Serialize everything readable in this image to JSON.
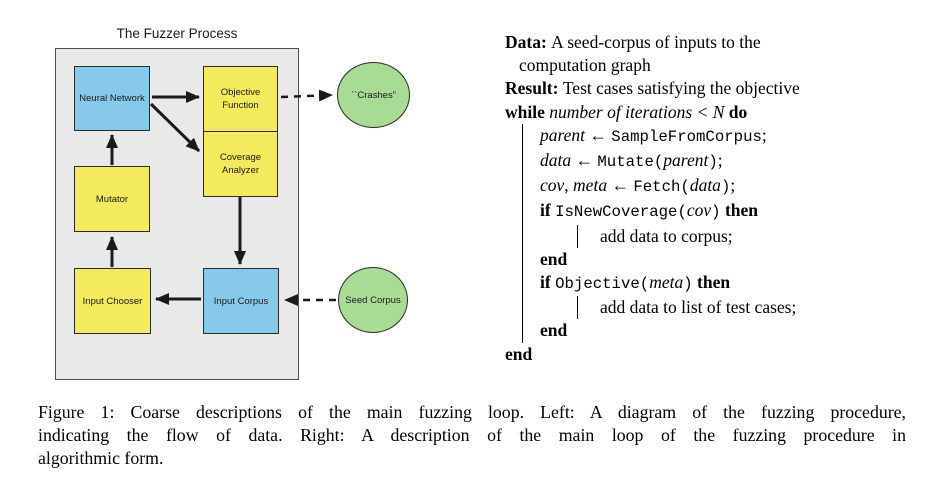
{
  "diagram": {
    "title": "The Fuzzer Process",
    "nodes": {
      "neural_network": {
        "label": "Neural Network"
      },
      "objective_function": {
        "line1": "Objective",
        "line2": "Function"
      },
      "coverage_analyzer": {
        "line1": "Coverage",
        "line2": "Analyzer"
      },
      "mutator": {
        "label": "Mutator"
      },
      "input_chooser": {
        "label": "Input Chooser"
      },
      "input_corpus": {
        "label": "Input Corpus"
      },
      "crashes": {
        "label": "``Crashes”"
      },
      "seed_corpus": {
        "label": "Seed Corpus"
      }
    },
    "colors": {
      "node_blue": "#87c9ea",
      "node_yellow": "#f3ea5e",
      "node_green": "#a8db93",
      "panel_gray": "#e9e9e9"
    }
  },
  "algorithm": {
    "lines": [
      [
        {
          "t": "Data: ",
          "s": "b"
        },
        {
          "t": "A seed-corpus of inputs to the",
          "s": "r"
        }
      ],
      [
        {
          "t": "computation graph",
          "s": "r"
        }
      ],
      [
        {
          "t": "Result: ",
          "s": "b"
        },
        {
          "t": "Test cases satisfying the objective",
          "s": "r"
        }
      ],
      [
        {
          "t": "while ",
          "s": "b"
        },
        {
          "t": "number of iterations < N ",
          "s": "i"
        },
        {
          "t": "do",
          "s": "b"
        }
      ],
      [
        {
          "t": "parent",
          "s": "i"
        },
        {
          "t": " ← ",
          "s": "r"
        },
        {
          "t": "SampleFromCorpus",
          "s": "m"
        },
        {
          "t": ";",
          "s": "r"
        }
      ],
      [
        {
          "t": "data",
          "s": "i"
        },
        {
          "t": " ← ",
          "s": "r"
        },
        {
          "t": "Mutate(",
          "s": "m"
        },
        {
          "t": "parent",
          "s": "i"
        },
        {
          "t": ")",
          "s": "m"
        },
        {
          "t": ";",
          "s": "r"
        }
      ],
      [
        {
          "t": "cov",
          "s": "i"
        },
        {
          "t": ", ",
          "s": "r"
        },
        {
          "t": "meta",
          "s": "i"
        },
        {
          "t": " ← ",
          "s": "r"
        },
        {
          "t": "Fetch(",
          "s": "m"
        },
        {
          "t": "data",
          "s": "i"
        },
        {
          "t": ")",
          "s": "m"
        },
        {
          "t": ";",
          "s": "r"
        }
      ],
      [
        {
          "t": "if ",
          "s": "b"
        },
        {
          "t": "IsNewCoverage(",
          "s": "m"
        },
        {
          "t": "cov",
          "s": "i"
        },
        {
          "t": ")",
          "s": "m"
        },
        {
          "t": " then",
          "s": "b"
        }
      ],
      [
        {
          "t": "add data to corpus;",
          "s": "r"
        }
      ],
      [
        {
          "t": "end",
          "s": "b"
        }
      ],
      [
        {
          "t": "if ",
          "s": "b"
        },
        {
          "t": "Objective(",
          "s": "m"
        },
        {
          "t": "meta",
          "s": "i"
        },
        {
          "t": ")",
          "s": "m"
        },
        {
          "t": " then",
          "s": "b"
        }
      ],
      [
        {
          "t": "add data to list of test cases;",
          "s": "r"
        }
      ],
      [
        {
          "t": "end",
          "s": "b"
        }
      ],
      [
        {
          "t": "end",
          "s": "b"
        }
      ]
    ]
  },
  "caption": {
    "line1": "Figure 1: Coarse descriptions of the main fuzzing loop. Left: A diagram of the fuzzing procedure,",
    "line2": "indicating the flow of data. Right: A description of the main loop of the fuzzing procedure in",
    "line3": "algorithmic form."
  }
}
